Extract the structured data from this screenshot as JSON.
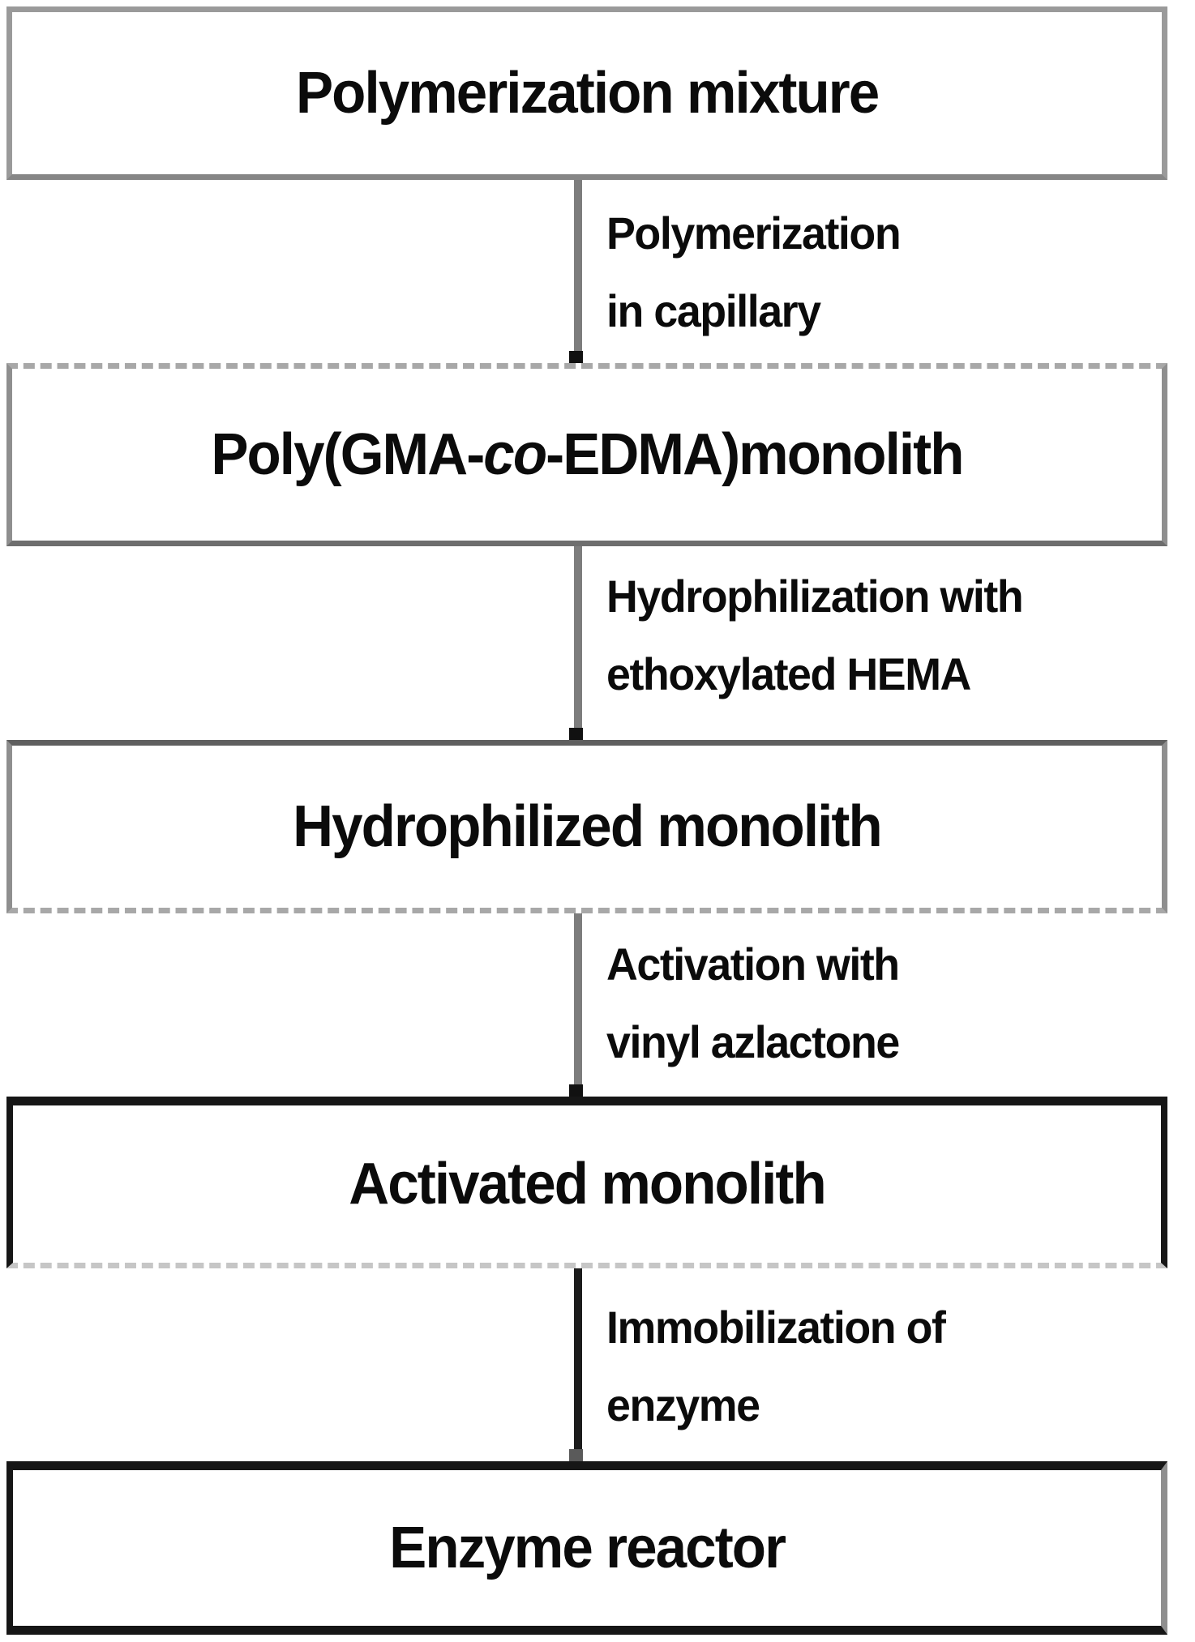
{
  "boxes": [
    {
      "label": "Polymerization mixture"
    },
    {
      "label_pre": "Poly(GMA-",
      "label_italic": "co",
      "label_post": "-EDMA)monolith"
    },
    {
      "label": "Hydrophilized monolith"
    },
    {
      "label": "Activated monolith"
    },
    {
      "label": "Enzyme reactor"
    }
  ],
  "arrows": [
    {
      "line1": "Polymerization",
      "line2": "in capillary"
    },
    {
      "line1": "Hydrophilization with",
      "line2": "ethoxylated HEMA"
    },
    {
      "line1": "Activation with",
      "line2": "vinyl azlactone"
    },
    {
      "line1": "Immobilization of",
      "line2": "enzyme"
    }
  ],
  "colors": {
    "background": "#ffffff",
    "text": "#0b0b0b",
    "box_border_gray": "#8f8f8f",
    "box_border_black": "#161616",
    "connector_gray": "#7d7d7d",
    "connector_black": "#1c1c1c"
  }
}
